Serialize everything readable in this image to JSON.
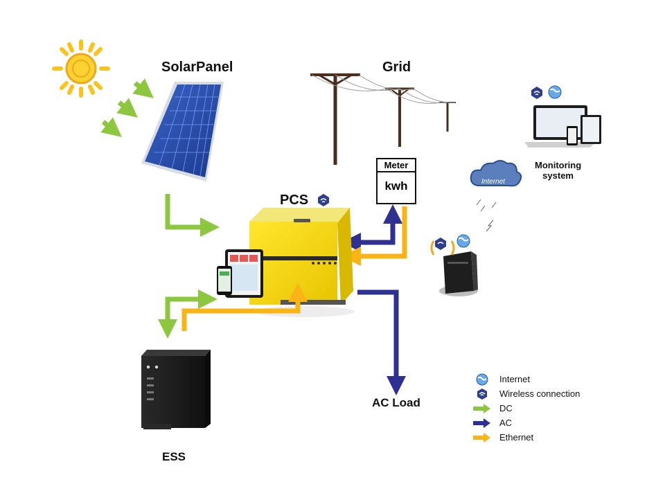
{
  "labels": {
    "solar_panel": "SolarPanel",
    "grid": "Grid",
    "pcs": "PCS",
    "monitoring": "Monitoring\nsystem",
    "ess": "ESS",
    "ac_load": "AC Load",
    "meter_title": "Meter",
    "meter_value": "kwh",
    "internet_cloud": "Internet"
  },
  "legend": [
    {
      "icon": "globe-icon",
      "label": "Internet"
    },
    {
      "icon": "wireless-shield-icon",
      "label": "Wireless connection"
    },
    {
      "icon": "arrow-right-icon",
      "label": "DC",
      "color": "#8dc63f"
    },
    {
      "icon": "arrow-right-icon",
      "label": "AC",
      "color": "#2e3192"
    },
    {
      "icon": "arrow-right-icon",
      "label": "Ethernet",
      "color": "#fbb416"
    }
  ],
  "colors": {
    "dc": "#8dc63f",
    "ac": "#2e3192",
    "ethernet": "#fbb416",
    "inverter_yellow": "#f5d800",
    "sun": "#f9c51c"
  }
}
